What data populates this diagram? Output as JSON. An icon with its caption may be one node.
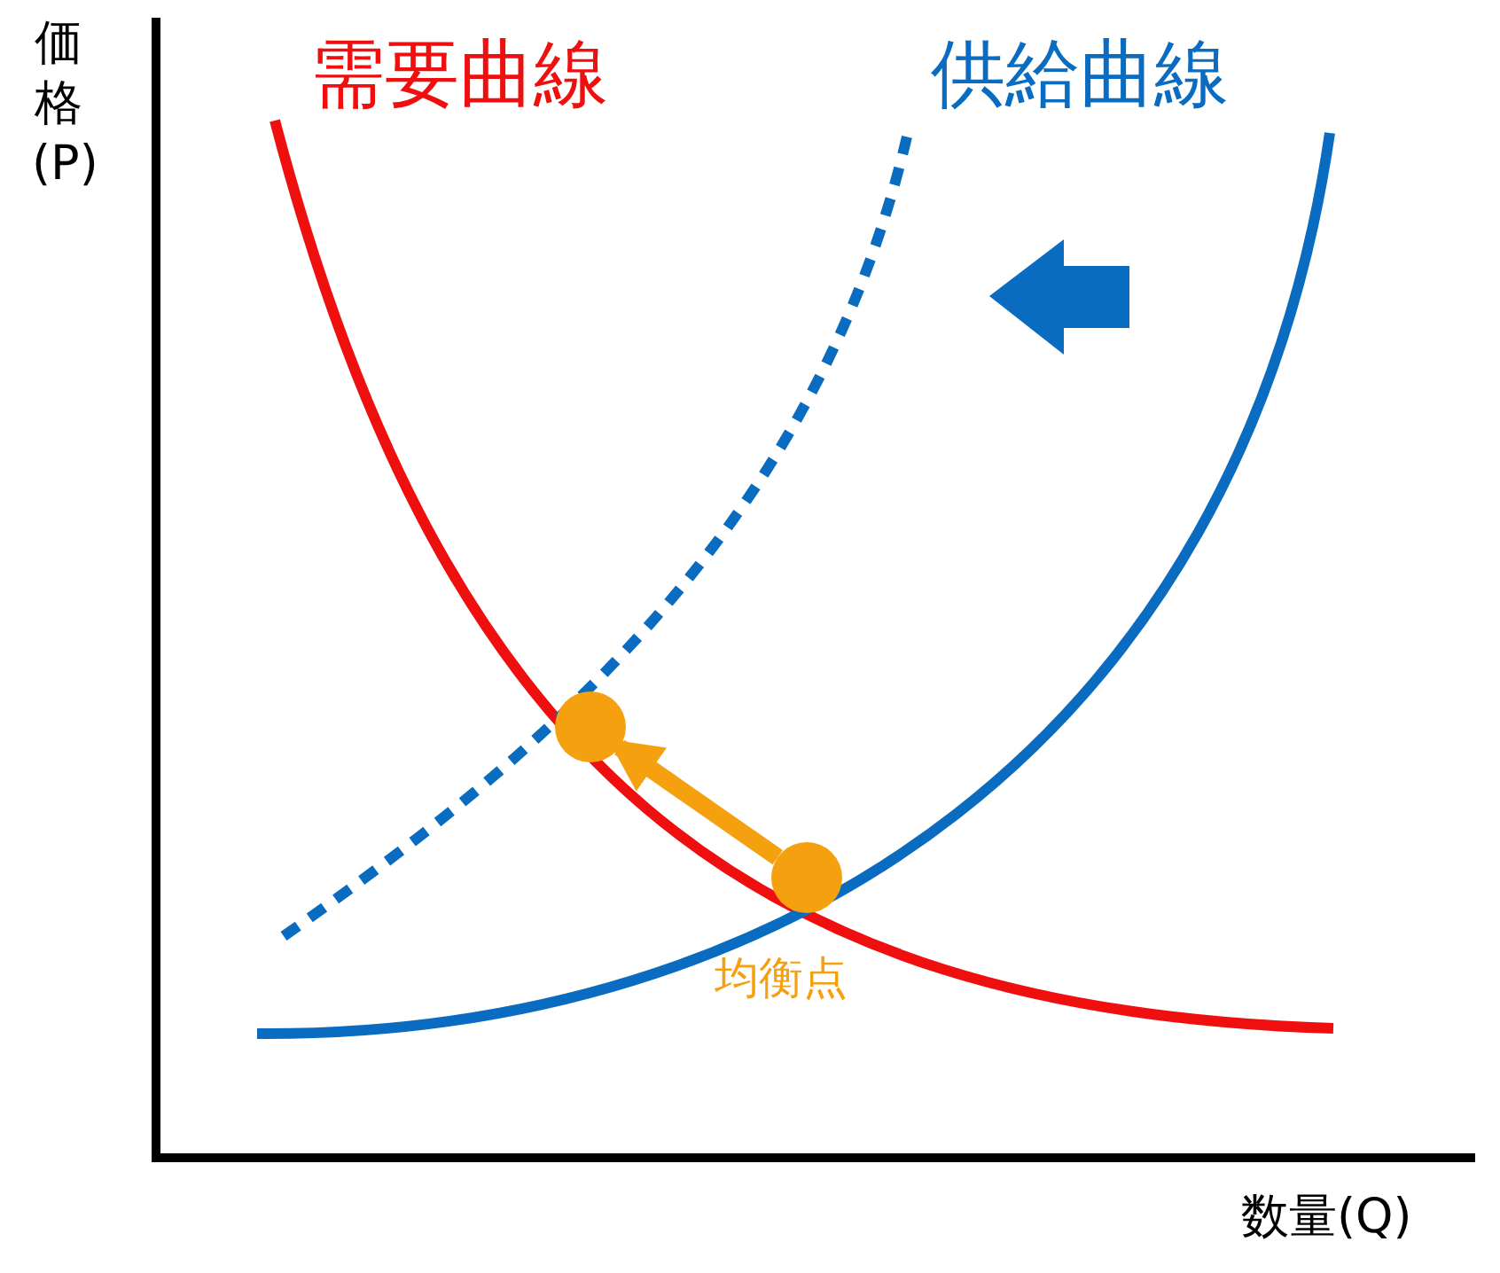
{
  "diagram": {
    "nodes": [
      {
        "text": [],
        "shape": "circle"
      },
      {
        "text": [],
        "shape": "circle",
        "beside": [
          "均衡点"
        ]
      }
    ],
    "edges": [
      {
        "from": 1,
        "to": 0,
        "arrow": "to"
      }
    ],
    "labels": [
      "価格(P)",
      "需要曲線",
      "供給曲線",
      "数量(Q)"
    ]
  }
}
